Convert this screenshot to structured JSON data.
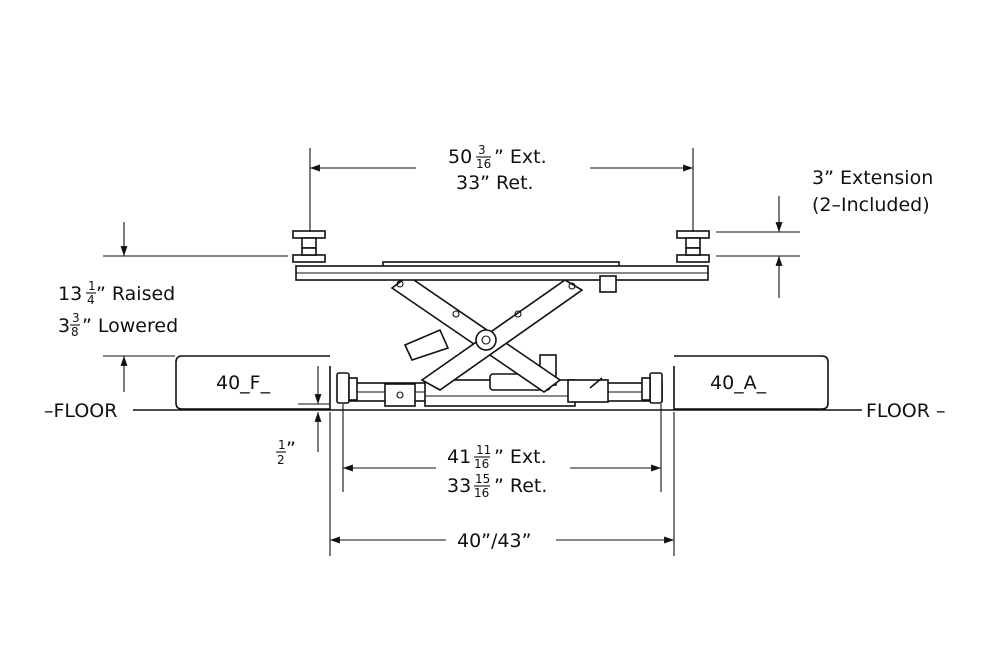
{
  "dimensions": {
    "top_span": {
      "whole": "50",
      "num": "3",
      "den": "16",
      "ext_suffix": "” Ext.",
      "ret_text": "33” Ret."
    },
    "extension": {
      "line1": "3” Extension",
      "line2": "(2–Included)"
    },
    "height": {
      "raised_whole": "13",
      "raised_num": "1",
      "raised_den": "4",
      "raised_suffix": "” Raised",
      "lowered_whole": "3",
      "lowered_num": "3",
      "lowered_den": "8",
      "lowered_suffix": "” Lowered"
    },
    "offset": {
      "num": "1",
      "den": "2",
      "suffix": "”"
    },
    "lower_span": {
      "whole": "41",
      "num": "11",
      "den": "16",
      "ext_suffix": "” Ext.",
      "ret_whole": "33",
      "ret_num": "15",
      "ret_den": "16",
      "ret_suffix": "” Ret."
    },
    "rail_span": {
      "text": "40”/43”"
    }
  },
  "labels": {
    "left_pad": "40_F_",
    "right_pad": "40_A_",
    "floor_left": "–FLOOR",
    "floor_right": "FLOOR –"
  }
}
